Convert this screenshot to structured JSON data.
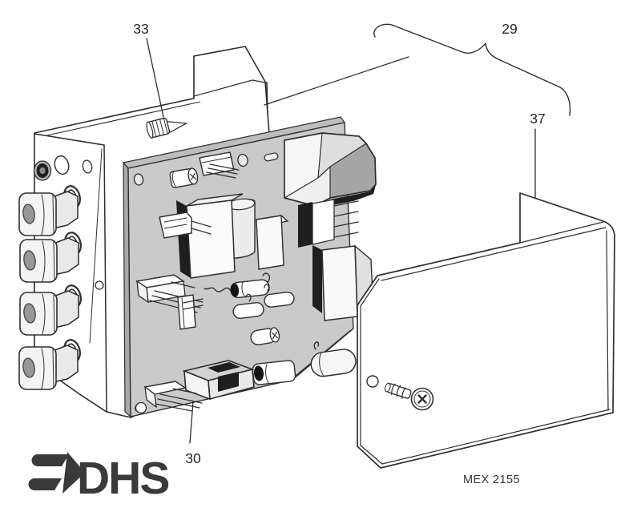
{
  "figure": {
    "type": "exploded-view-illustration",
    "callouts": [
      {
        "label": "33"
      },
      {
        "label": "29"
      },
      {
        "label": "37"
      },
      {
        "label": "30"
      }
    ],
    "drawing_code": "MEX 2155",
    "logo_text": "DHS",
    "colors": {
      "background": "#ffffff",
      "line": "#2e2e2e",
      "pcb_face": "#cacaca",
      "pcb_edge": "#a8a8a8",
      "dark_shadow": "#1e1e1e",
      "relay_side": "#a6a6a6",
      "logo": "#3a3a3a"
    }
  }
}
